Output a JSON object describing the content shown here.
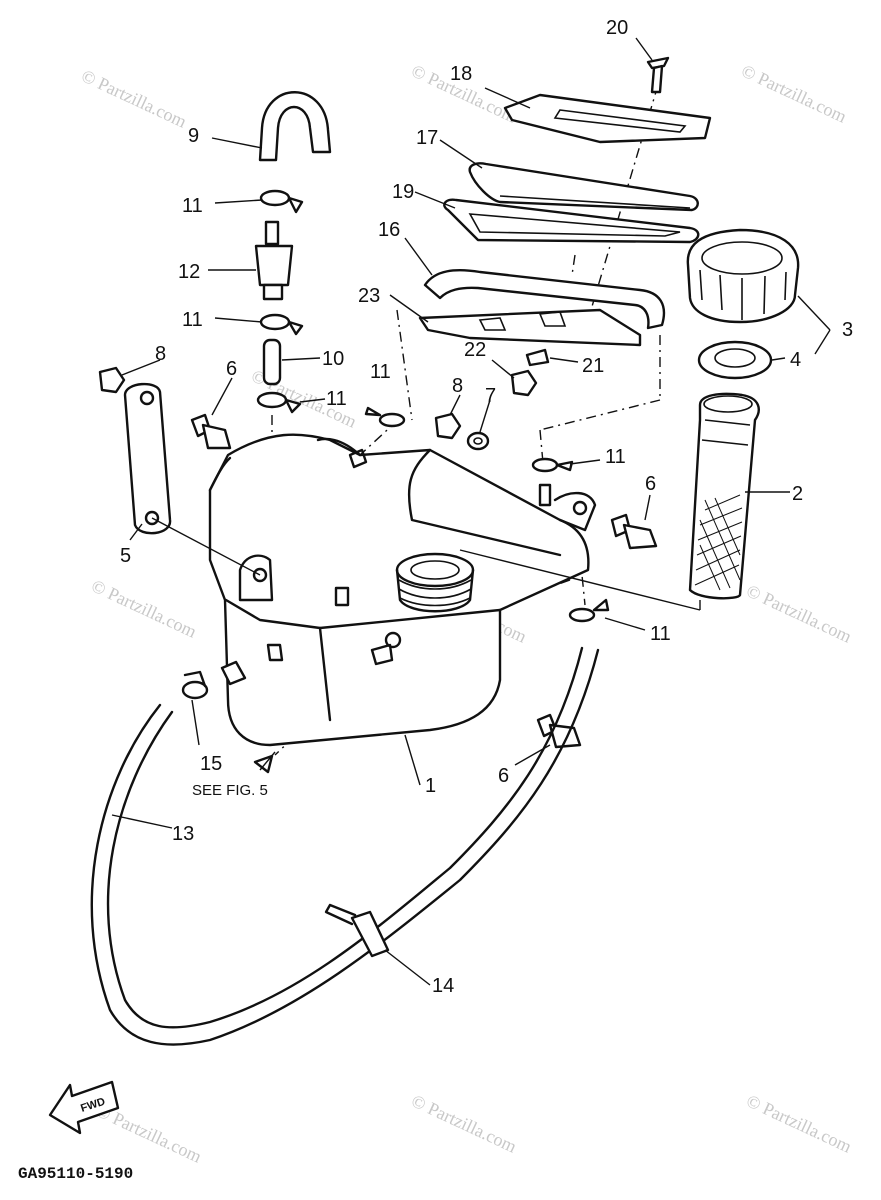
{
  "callouts": [
    "1",
    "2",
    "3",
    "4",
    "5",
    "6",
    "6",
    "6",
    "7",
    "8",
    "8",
    "9",
    "10",
    "11",
    "11",
    "11",
    "11",
    "11",
    "11",
    "12",
    "13",
    "14",
    "15",
    "16",
    "17",
    "18",
    "19",
    "20",
    "21",
    "22",
    "23"
  ],
  "note": "SEE FIG. 5",
  "direction": "FWD",
  "figure_code": "GA95110-5190",
  "watermarks": [
    "© Partzilla.com",
    "© Partzilla.com",
    "© Partzilla.com",
    "© Partzilla.com",
    "© Partzilla.com",
    "© Partzilla.com",
    "© Partzilla.com",
    "© Partzilla.com",
    "© Partzilla.com",
    "© Partzilla.com"
  ]
}
